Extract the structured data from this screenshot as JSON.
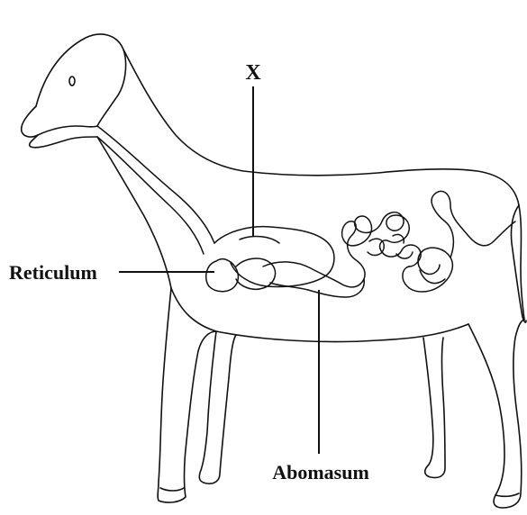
{
  "labels": {
    "x": "X",
    "reticulum": "Reticulum",
    "abomasum": "Abomasum"
  },
  "colors": {
    "ink": "#111111",
    "background": "#ffffff"
  }
}
